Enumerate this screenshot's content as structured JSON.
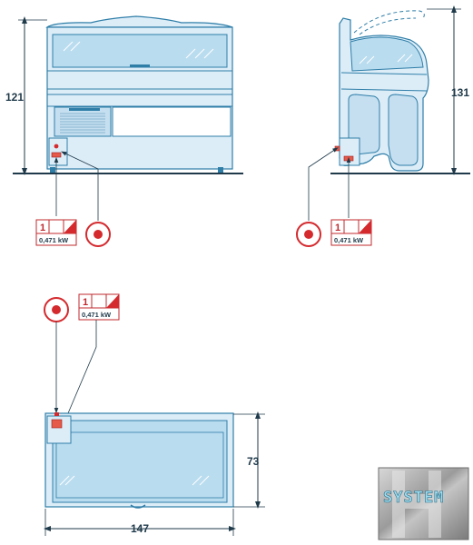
{
  "dimensions": {
    "front_height": "121",
    "side_height": "131",
    "top_depth": "73",
    "top_width": "147"
  },
  "power_badges": [
    {
      "phase": "1",
      "power": "0,471 kW"
    },
    {
      "phase": "1",
      "power": "0,471 kW"
    },
    {
      "phase": "1",
      "power": "0,471 kW"
    }
  ],
  "logo": {
    "text": "SYSTEM"
  },
  "colors": {
    "body_fill": "#dcedf8",
    "body_stroke": "#2f7ea8",
    "glass": "#b9dcef",
    "accent_red": "#d42a2e",
    "dim_line": "#1f3a4a"
  }
}
